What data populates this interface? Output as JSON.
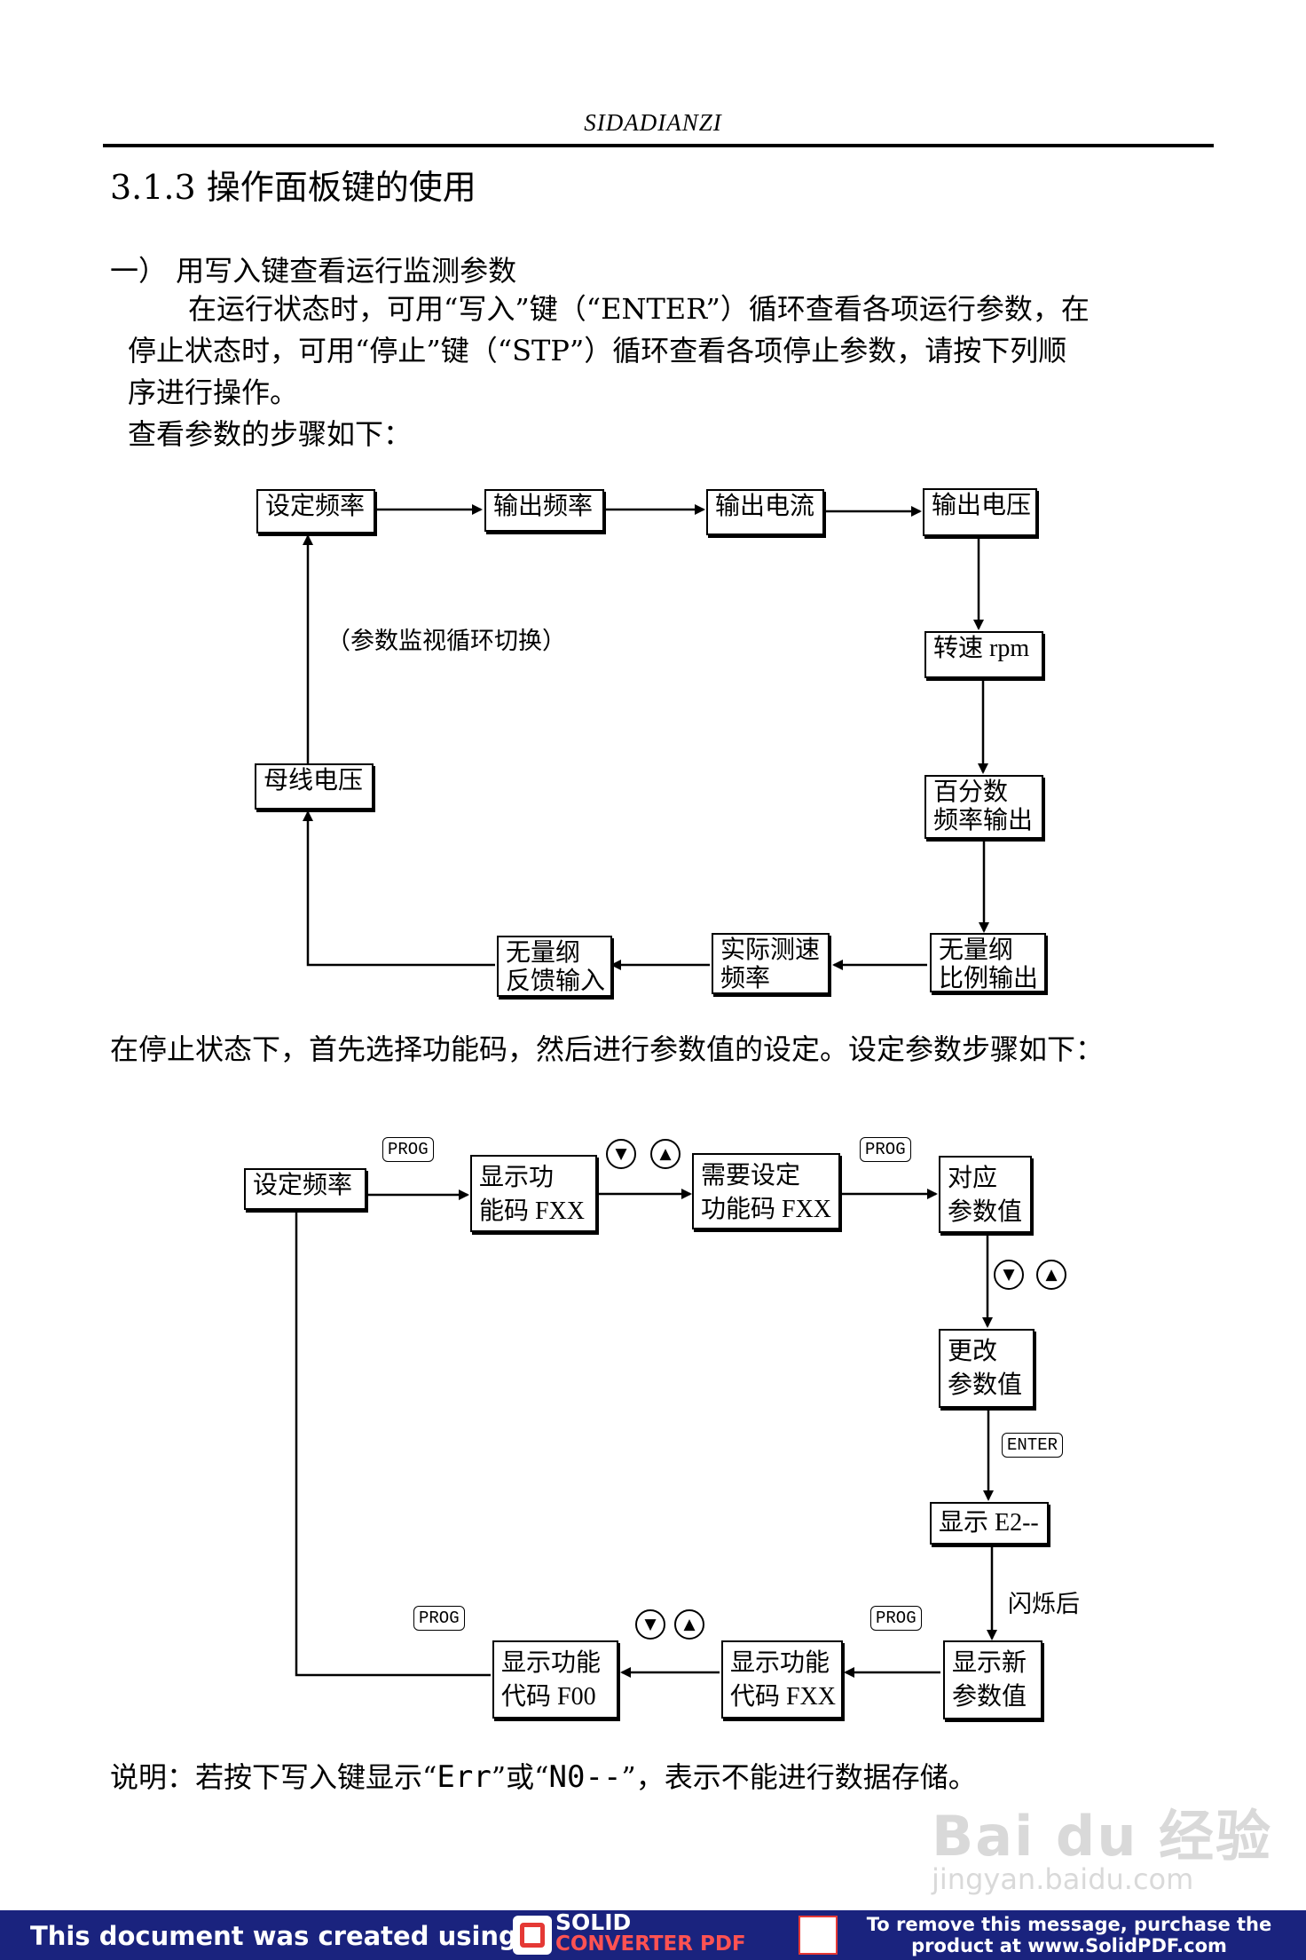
{
  "header": {
    "brand": "SIDADIANZI"
  },
  "section_title": "3.1.3 操作面板键的使用",
  "subsection": "一）  用写入键查看运行监测参数",
  "paragraph_lines": [
    "在运行状态时，可用“写入”键（“ENTER”）循环查看各项运行参数，在",
    "停止状态时，可用“停止”键（“STP”）循环查看各项停止参数，请按下列顺",
    "序进行操作。",
    "查看参数的步骤如下："
  ],
  "flow1": {
    "boxes": {
      "set_freq": "设定频率",
      "out_freq": "输出频率",
      "out_current": "输出电流",
      "out_voltage": "输出电压",
      "speed_rpm": "转速 rpm",
      "percent_l1": "百分数",
      "percent_l2": "频率输出",
      "ratio_l1": "无量纲",
      "ratio_l2": "比例输出",
      "actual_l1": "实际测速",
      "actual_l2": "频率",
      "feedback_l1": "无量纲",
      "feedback_l2": "反馈输入",
      "bus_voltage": "母线电压"
    },
    "cycle_label": "（参数监视循环切换）"
  },
  "middle_text": "在停止状态下，首先选择功能码，然后进行参数值的设定。设定参数步骤如下：",
  "flow2": {
    "boxes": {
      "set_freq": "设定频率",
      "show_code_l1": "显示功",
      "show_code_l2": "能码 FXX",
      "need_code_l1": "需要设定",
      "need_code_l2": "功能码 FXX",
      "corr_l1": "对应",
      "corr_l2": "参数值",
      "change_l1": "更改",
      "change_l2": "参数值",
      "show_e2": "显示 E2--",
      "new_val_l1": "显示新",
      "new_val_l2": "参数值",
      "fxx_l1": "显示功能",
      "fxx_l2": "代码 FXX",
      "f00_l1": "显示功能",
      "f00_l2": "代码 F00"
    },
    "keys": {
      "prog": "PROG",
      "enter": "ENTER",
      "down": "▼",
      "up": "▲"
    },
    "flash_label": "闪烁后"
  },
  "note": {
    "prefix": "说明：若按下写入键显示“",
    "err": "Err",
    "mid": "”或“",
    "no": "N0--",
    "suffix": "”，表示不能进行数据存储。"
  },
  "watermark": {
    "logo": "Bai du 经验",
    "url": "jingyan.baidu.com"
  },
  "footer": {
    "left": "This document was created using",
    "brand_top": "SOLID",
    "brand_bottom": "CONVERTER PDF",
    "right_l1": "To remove this message, purchase the",
    "right_l2": "product at www.SolidPDF.com"
  },
  "colors": {
    "footer_bg": "#1a237e",
    "watermark": "#d9d9d9",
    "accent": "#e53935"
  }
}
